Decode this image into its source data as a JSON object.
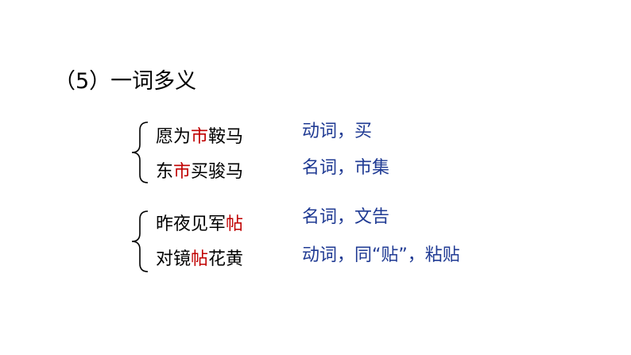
{
  "title": "（5）一词多义",
  "groups": [
    {
      "lines": [
        {
          "pre": "愿为",
          "hl": "市",
          "post": "鞍马",
          "meaning": "动词，买"
        },
        {
          "pre": "东",
          "hl": "市",
          "post": "买骏马",
          "meaning": "名词，市集"
        }
      ]
    },
    {
      "lines": [
        {
          "pre": "昨夜见军",
          "hl": "帖",
          "post": "",
          "meaning": "名词，文告"
        },
        {
          "pre": "对镜",
          "hl": "帖",
          "post": "花黄",
          "meaning": "动词，同“贴”，粘贴"
        }
      ]
    }
  ],
  "colors": {
    "text": "#000000",
    "highlight": "#c00000",
    "meaning": "#1f3a93"
  }
}
